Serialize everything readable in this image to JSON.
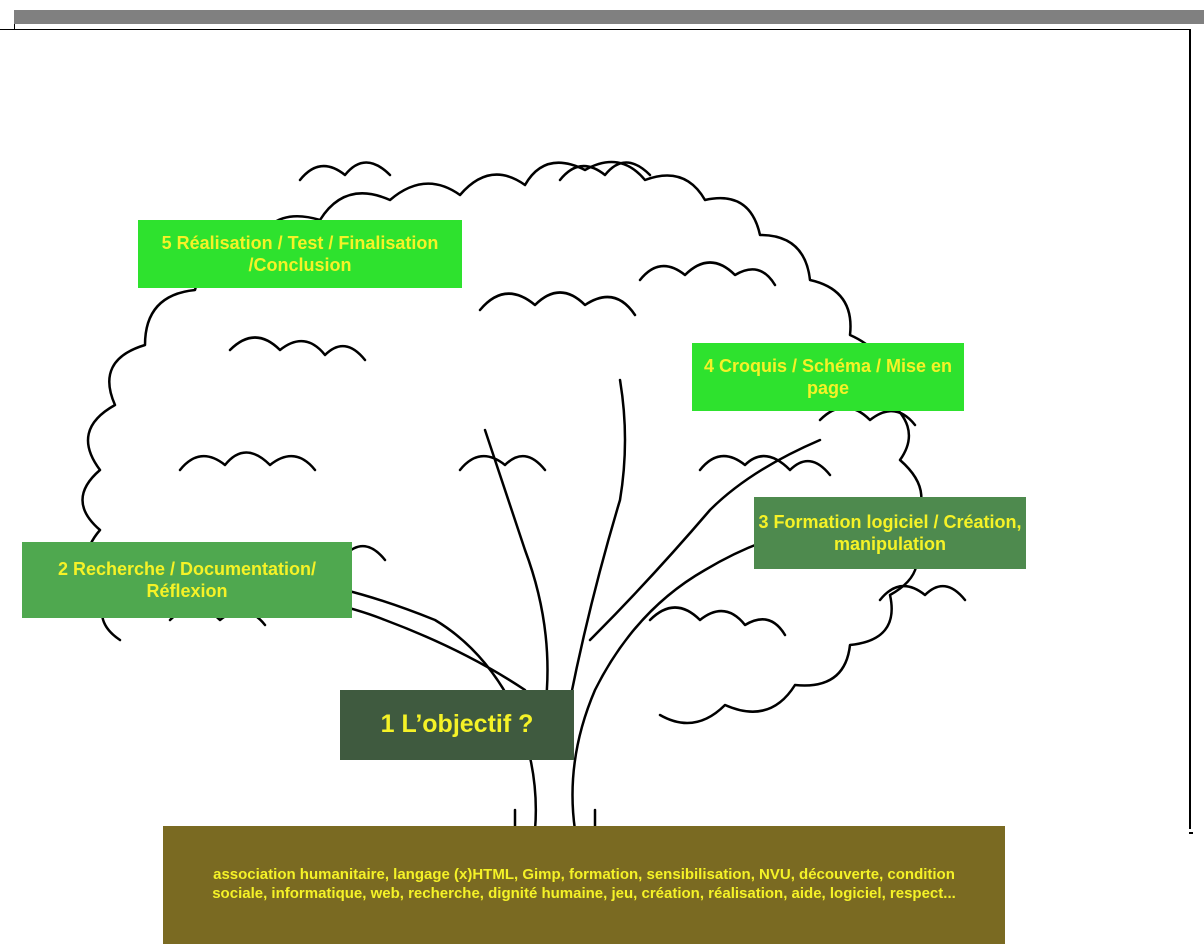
{
  "steps": {
    "step5": "5 Réalisation / Test / Finalisation /Conclusion",
    "step4": "4 Croquis / Schéma / Mise en page",
    "step3": "3 Formation logiciel / Création, manipulation",
    "step2": "2 Recherche / Documentation/ Réflexion",
    "step1": "1 L’objectif ?"
  },
  "keywords": "association humanitaire, langage (x)HTML, Gimp, formation, sensibilisation, NVU, découverte, condition sociale, informatique, web, recherche, dignité humaine, jeu, création, réalisation, aide, logiciel, respect...",
  "colors": {
    "label_bright_green": "#2ee22e",
    "label_mid_green": "#4fa84f",
    "label_dark_green": "#4e8a4e",
    "label_darkest_green": "#3f5a3f",
    "keywords_bg": "#7a6a22",
    "text_yellow": "#f5f227"
  }
}
